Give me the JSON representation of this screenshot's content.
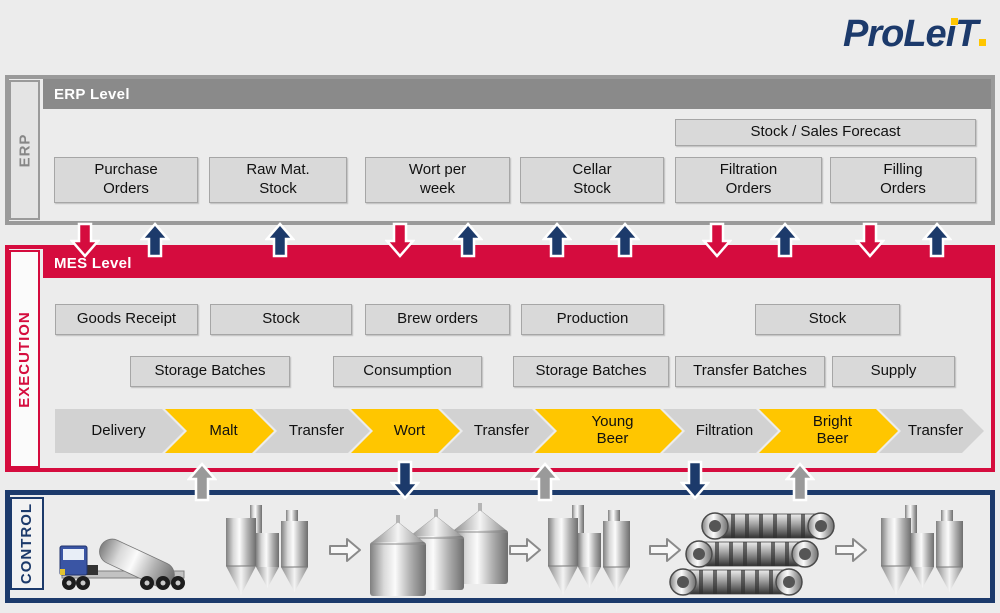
{
  "logo": {
    "part1": "ProLe",
    "part2": "ı",
    "part3": "T"
  },
  "erp": {
    "level_label": "ERP Level",
    "side_label": "ERP",
    "forecast_box": "Stock / Sales Forecast",
    "boxes": [
      "Purchase\nOrders",
      "Raw Mat.\nStock",
      "Wort per\nweek",
      "Cellar\nStock",
      "Filtration\nOrders",
      "Filling\nOrders"
    ]
  },
  "mes": {
    "level_label": "MES Level",
    "side_label": "EXECUTION",
    "row1": [
      "Goods Receipt",
      "Stock",
      "Brew orders",
      "Production",
      "Stock"
    ],
    "row2": [
      "Storage Batches",
      "Consumption",
      "Storage Batches",
      "Transfer Batches",
      "Supply"
    ],
    "flow": [
      {
        "label": "Delivery",
        "highlight": false
      },
      {
        "label": "Malt",
        "highlight": true
      },
      {
        "label": "Transfer",
        "highlight": false
      },
      {
        "label": "Wort",
        "highlight": true
      },
      {
        "label": "Transfer",
        "highlight": false
      },
      {
        "label": "Young\nBeer",
        "highlight": true
      },
      {
        "label": "Filtration",
        "highlight": false
      },
      {
        "label": "Bright\nBeer",
        "highlight": true
      },
      {
        "label": "Transfer",
        "highlight": false
      }
    ]
  },
  "control": {
    "side_label": "CONTROL"
  },
  "colors": {
    "red": "#d50c3e",
    "navy": "#1c3a6b",
    "yellow": "#ffc600",
    "gray_header": "#8a8a8a"
  }
}
